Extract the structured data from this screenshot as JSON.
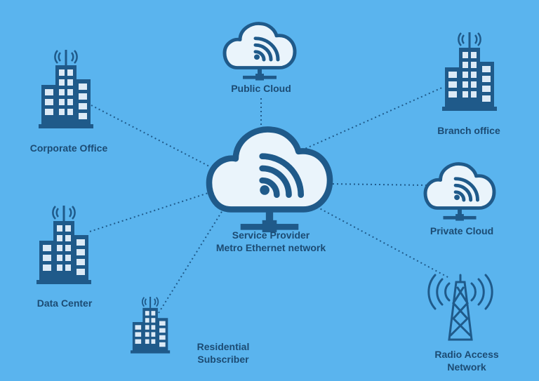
{
  "colors": {
    "background": "#5ab4ee",
    "icon_stroke": "#1f5a8a",
    "cloud_fill": "#eaf4fb",
    "building_fill": "#dceaf6",
    "label_text": "#1c4b73"
  },
  "hub": {
    "icon": "cloud-wifi-icon",
    "label_line1": "Service Provider",
    "label_line2": "Metro Ethernet network"
  },
  "nodes": {
    "public_cloud": {
      "icon": "cloud-wifi-icon",
      "label": "Public Cloud"
    },
    "private_cloud": {
      "icon": "cloud-wifi-icon",
      "label": "Private Cloud"
    },
    "corporate_office": {
      "icon": "office-building-icon",
      "label": "Corporate Office"
    },
    "branch_office": {
      "icon": "office-building-icon",
      "label": "Branch office"
    },
    "data_center": {
      "icon": "office-building-icon",
      "label": "Data Center"
    },
    "residential_subscriber": {
      "icon": "office-building-icon",
      "label_line1": "Residential",
      "label_line2": "Subscriber"
    },
    "radio_access_network": {
      "icon": "radio-tower-icon",
      "label_line1": "Radio Access",
      "label_line2": "Network"
    }
  }
}
